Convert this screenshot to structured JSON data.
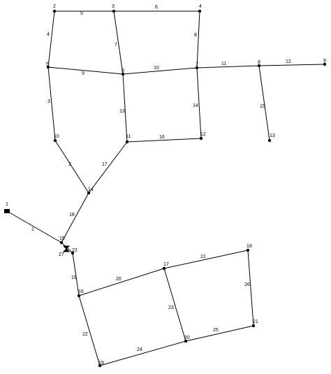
{
  "diagram": {
    "colors": {
      "line": "#000000",
      "node": "#000000",
      "text": "#000000",
      "background": "#ffffff"
    },
    "nodes": [
      {
        "id": "1",
        "label": "1",
        "kind": "reservoir"
      },
      {
        "id": "2",
        "label": "2",
        "kind": "junction"
      },
      {
        "id": "3",
        "label": "3",
        "kind": "junction"
      },
      {
        "id": "4",
        "label": "4",
        "kind": "junction"
      },
      {
        "id": "5",
        "label": "5",
        "kind": "junction"
      },
      {
        "id": "6",
        "label": "6",
        "kind": "junction"
      },
      {
        "id": "7",
        "label": "7",
        "kind": "junction"
      },
      {
        "id": "8",
        "label": "8",
        "kind": "junction"
      },
      {
        "id": "9",
        "label": "9",
        "kind": "junction"
      },
      {
        "id": "10",
        "label": "10",
        "kind": "junction"
      },
      {
        "id": "11",
        "label": "11",
        "kind": "junction"
      },
      {
        "id": "12",
        "label": "12",
        "kind": "junction"
      },
      {
        "id": "13",
        "label": "13",
        "kind": "junction"
      },
      {
        "id": "14",
        "label": "14",
        "kind": "junction"
      },
      {
        "id": "15",
        "label": "15",
        "kind": "junction"
      },
      {
        "id": "16",
        "label": "16",
        "kind": "junction"
      },
      {
        "id": "17",
        "label": "17",
        "kind": "junction"
      },
      {
        "id": "18",
        "label": "18",
        "kind": "junction"
      },
      {
        "id": "19",
        "label": "19",
        "kind": "junction"
      },
      {
        "id": "20",
        "label": "20",
        "kind": "junction"
      },
      {
        "id": "21",
        "label": "21",
        "kind": "junction"
      },
      {
        "id": "22",
        "label": "22",
        "kind": "junction"
      }
    ],
    "links": [
      {
        "id": "1",
        "label": "1",
        "from": "1",
        "to": "15"
      },
      {
        "id": "2",
        "label": "2",
        "from": "10",
        "to": "14"
      },
      {
        "id": "3",
        "label": "3",
        "from": "5",
        "to": "10"
      },
      {
        "id": "4",
        "label": "4",
        "from": "2",
        "to": "5"
      },
      {
        "id": "5",
        "label": "5",
        "from": "2",
        "to": "3"
      },
      {
        "id": "6",
        "label": "6",
        "from": "3",
        "to": "4"
      },
      {
        "id": "7",
        "label": "7",
        "from": "3",
        "to": "6"
      },
      {
        "id": "8",
        "label": "8",
        "from": "4",
        "to": "7"
      },
      {
        "id": "9",
        "label": "9",
        "from": "5",
        "to": "6"
      },
      {
        "id": "10",
        "label": "10",
        "from": "6",
        "to": "7"
      },
      {
        "id": "11",
        "label": "11",
        "from": "7",
        "to": "8"
      },
      {
        "id": "12",
        "label": "12",
        "from": "8",
        "to": "9"
      },
      {
        "id": "13",
        "label": "13",
        "from": "6",
        "to": "11"
      },
      {
        "id": "14",
        "label": "14",
        "from": "7",
        "to": "12"
      },
      {
        "id": "15",
        "label": "15",
        "from": "8",
        "to": "13"
      },
      {
        "id": "16",
        "label": "16",
        "from": "11",
        "to": "12"
      },
      {
        "id": "17",
        "label": "17",
        "from": "11",
        "to": "14"
      },
      {
        "id": "18",
        "label": "18",
        "from": "14",
        "to": "15"
      },
      {
        "id": "19",
        "label": "19",
        "from": "22",
        "to": "16"
      },
      {
        "id": "20",
        "label": "20",
        "from": "16",
        "to": "17"
      },
      {
        "id": "21",
        "label": "21",
        "from": "17",
        "to": "18"
      },
      {
        "id": "22",
        "label": "22",
        "from": "16",
        "to": "19"
      },
      {
        "id": "23",
        "label": "23",
        "from": "17",
        "to": "20"
      },
      {
        "id": "24",
        "label": "24",
        "from": "19",
        "to": "20"
      },
      {
        "id": "25",
        "label": "25",
        "from": "20",
        "to": "21"
      },
      {
        "id": "26",
        "label": "26",
        "from": "18",
        "to": "21"
      },
      {
        "id": "27",
        "label": "27",
        "from": "15",
        "to": "22"
      }
    ]
  }
}
